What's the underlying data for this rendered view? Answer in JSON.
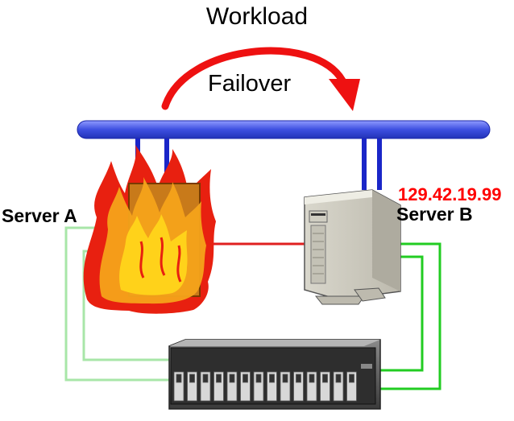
{
  "diagram": {
    "title": "Workload",
    "arrow_label": "Failover",
    "server_a": {
      "label": "Server A",
      "state": "failed / on fire"
    },
    "server_b": {
      "label": "Server B",
      "ip": "129.42.19.99"
    },
    "storage": {
      "icon": "disk-array-icon"
    },
    "network": {
      "icon": "network-bus"
    }
  },
  "colors": {
    "bus": "#3d4fe0",
    "uplink": "#1a26c8",
    "arrow": "#ee1111",
    "ip": "#ff0000",
    "red_link": "#e02020",
    "green_link": "#22cc22",
    "light_green_link": "#a8e6a8",
    "fire_outer": "#e82010",
    "fire_inner": "#ffd21a"
  }
}
